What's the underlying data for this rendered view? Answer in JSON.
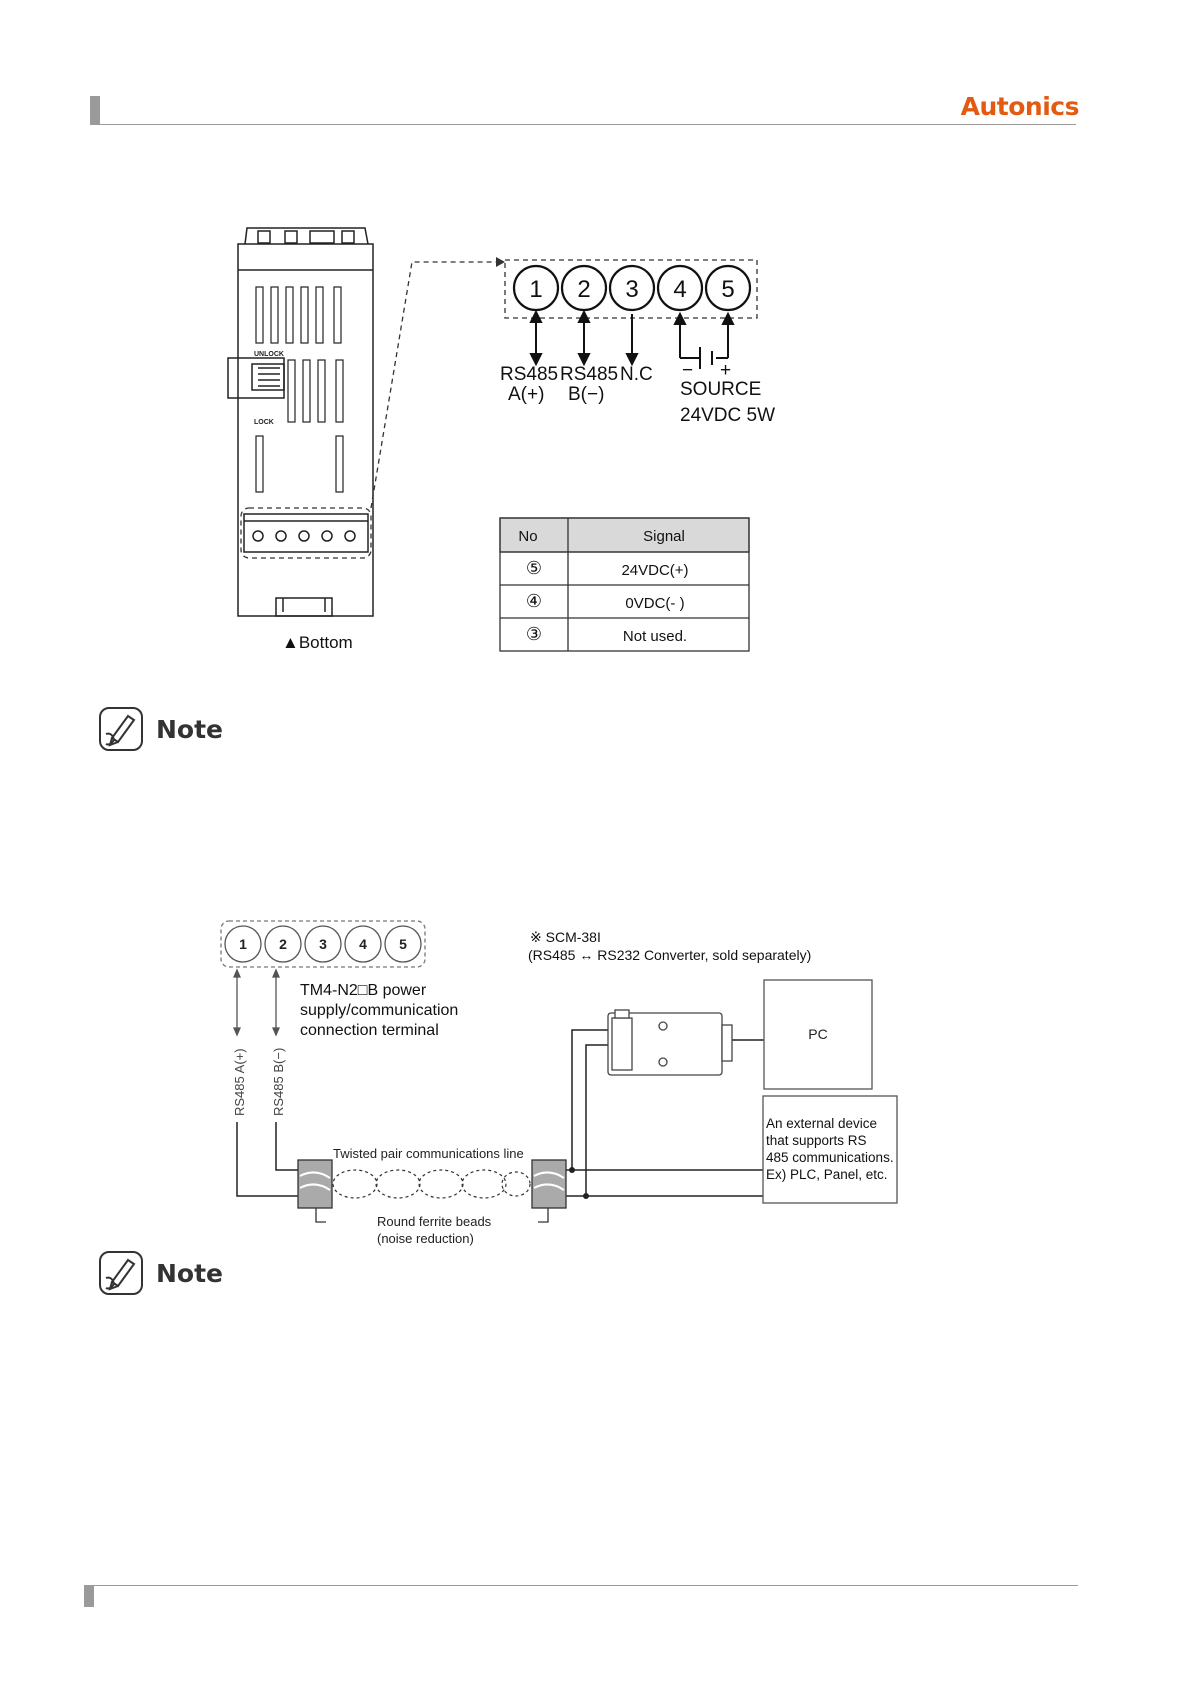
{
  "header": {
    "brand": "Autonics"
  },
  "diagram1": {
    "pins": [
      "1",
      "2",
      "3",
      "4",
      "5"
    ],
    "pin1_label_1": "RS485",
    "pin1_label_2": "A(+)",
    "pin2_label_1": "RS485",
    "pin2_label_2": "B(−)",
    "pin3_label": "N.C",
    "minus": "−",
    "plus": "+",
    "source_1": "SOURCE",
    "source_2": "24VDC 5W",
    "unlock": "UNLOCK",
    "lock": "LOCK",
    "bottom_caption": "▲Bottom",
    "table": {
      "headers": [
        "No",
        "Signal"
      ],
      "rows": [
        {
          "no": "⑤",
          "signal": "24VDC(+)"
        },
        {
          "no": "④",
          "signal": "0VDC(- )"
        },
        {
          "no": "③",
          "signal": "Not used."
        }
      ]
    }
  },
  "note1": {
    "label": "Note"
  },
  "diagram2": {
    "pins": [
      "1",
      "2",
      "3",
      "4",
      "5"
    ],
    "converter_1": "※ SCM-38I",
    "converter_2": "(RS485 ↔ RS232 Converter, sold separately)",
    "terminal_1": "TM4-N2□B power",
    "terminal_2": "supply/communication",
    "terminal_3": "connection terminal",
    "rs485_a": "RS485 A(+)",
    "rs485_b": "RS485 B(−)",
    "pc": "PC",
    "twisted": "Twisted pair communications line",
    "ferrite_1": "Round ferrite beads",
    "ferrite_2": "(noise reduction)",
    "ext_1": "An external device",
    "ext_2": "that supports RS",
    "ext_3": "485 communications.",
    "ext_4": "Ex) PLC, Panel, etc."
  },
  "note2": {
    "label": "Note"
  }
}
